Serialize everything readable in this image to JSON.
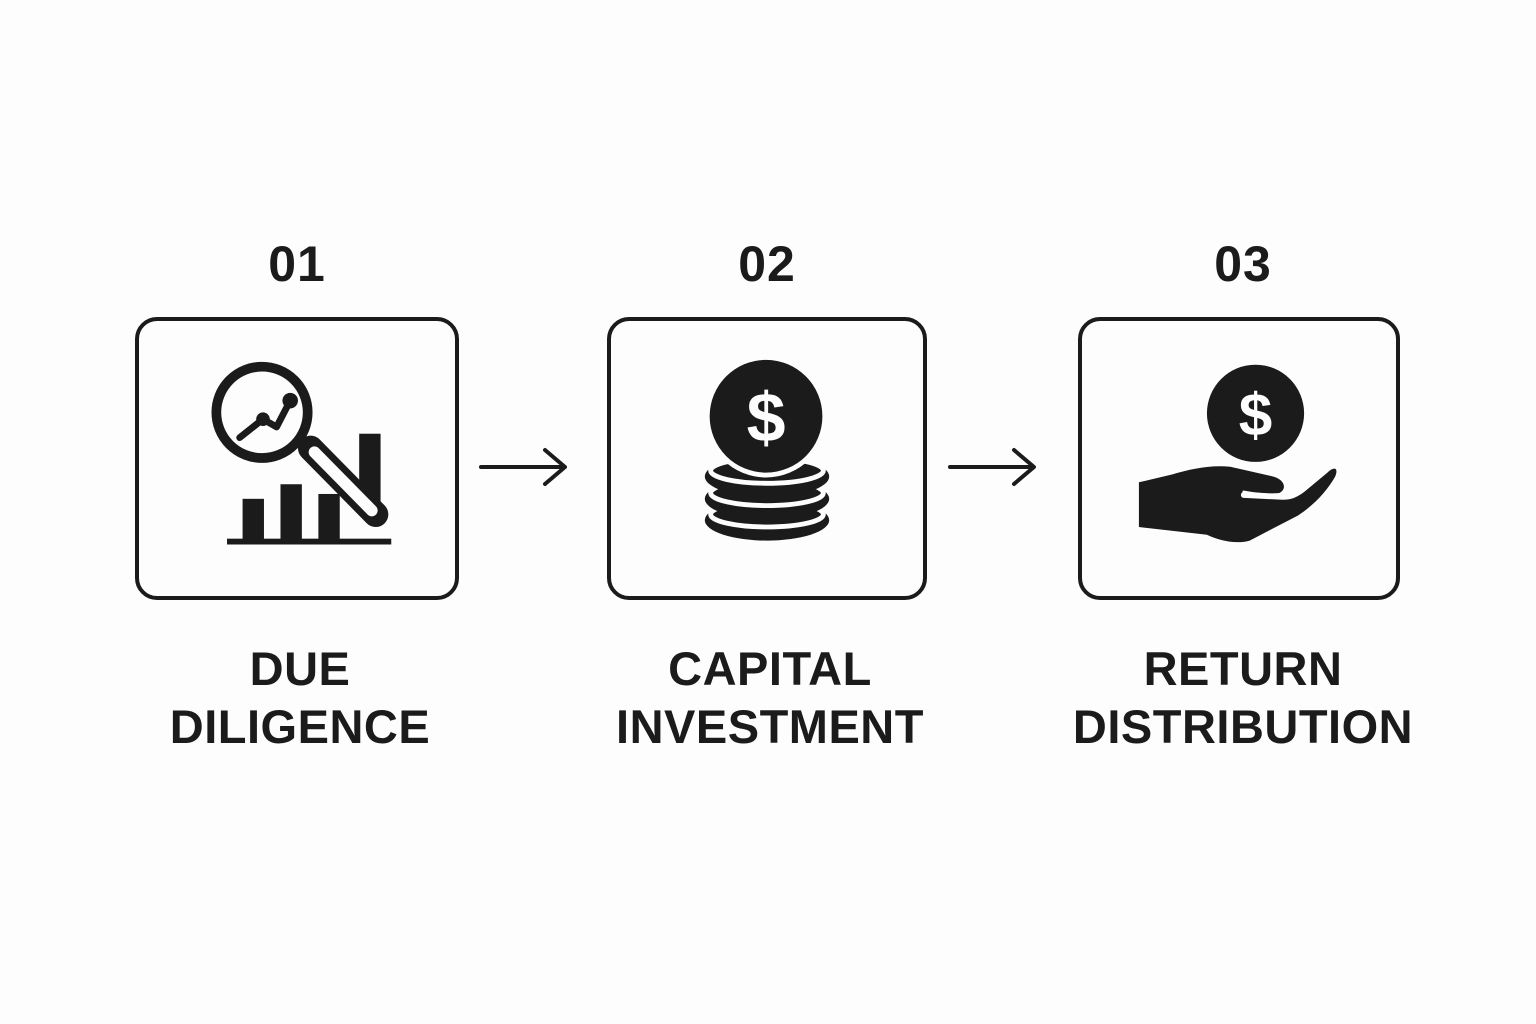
{
  "steps": [
    {
      "number": "01",
      "label_line1": "DUE",
      "label_line2": "DILIGENCE",
      "icon": "magnifier-chart-icon"
    },
    {
      "number": "02",
      "label_line1": "CAPITAL",
      "label_line2": "INVESTMENT",
      "icon": "coin-stack-dollar-icon"
    },
    {
      "number": "03",
      "label_line1": "RETURN",
      "label_line2": "DISTRIBUTION",
      "icon": "hand-dollar-icon"
    }
  ],
  "connectors": [
    "arrow-right-icon",
    "arrow-right-icon"
  ],
  "colors": {
    "ink": "#1b1b1b",
    "background": "#fdfdfd"
  }
}
